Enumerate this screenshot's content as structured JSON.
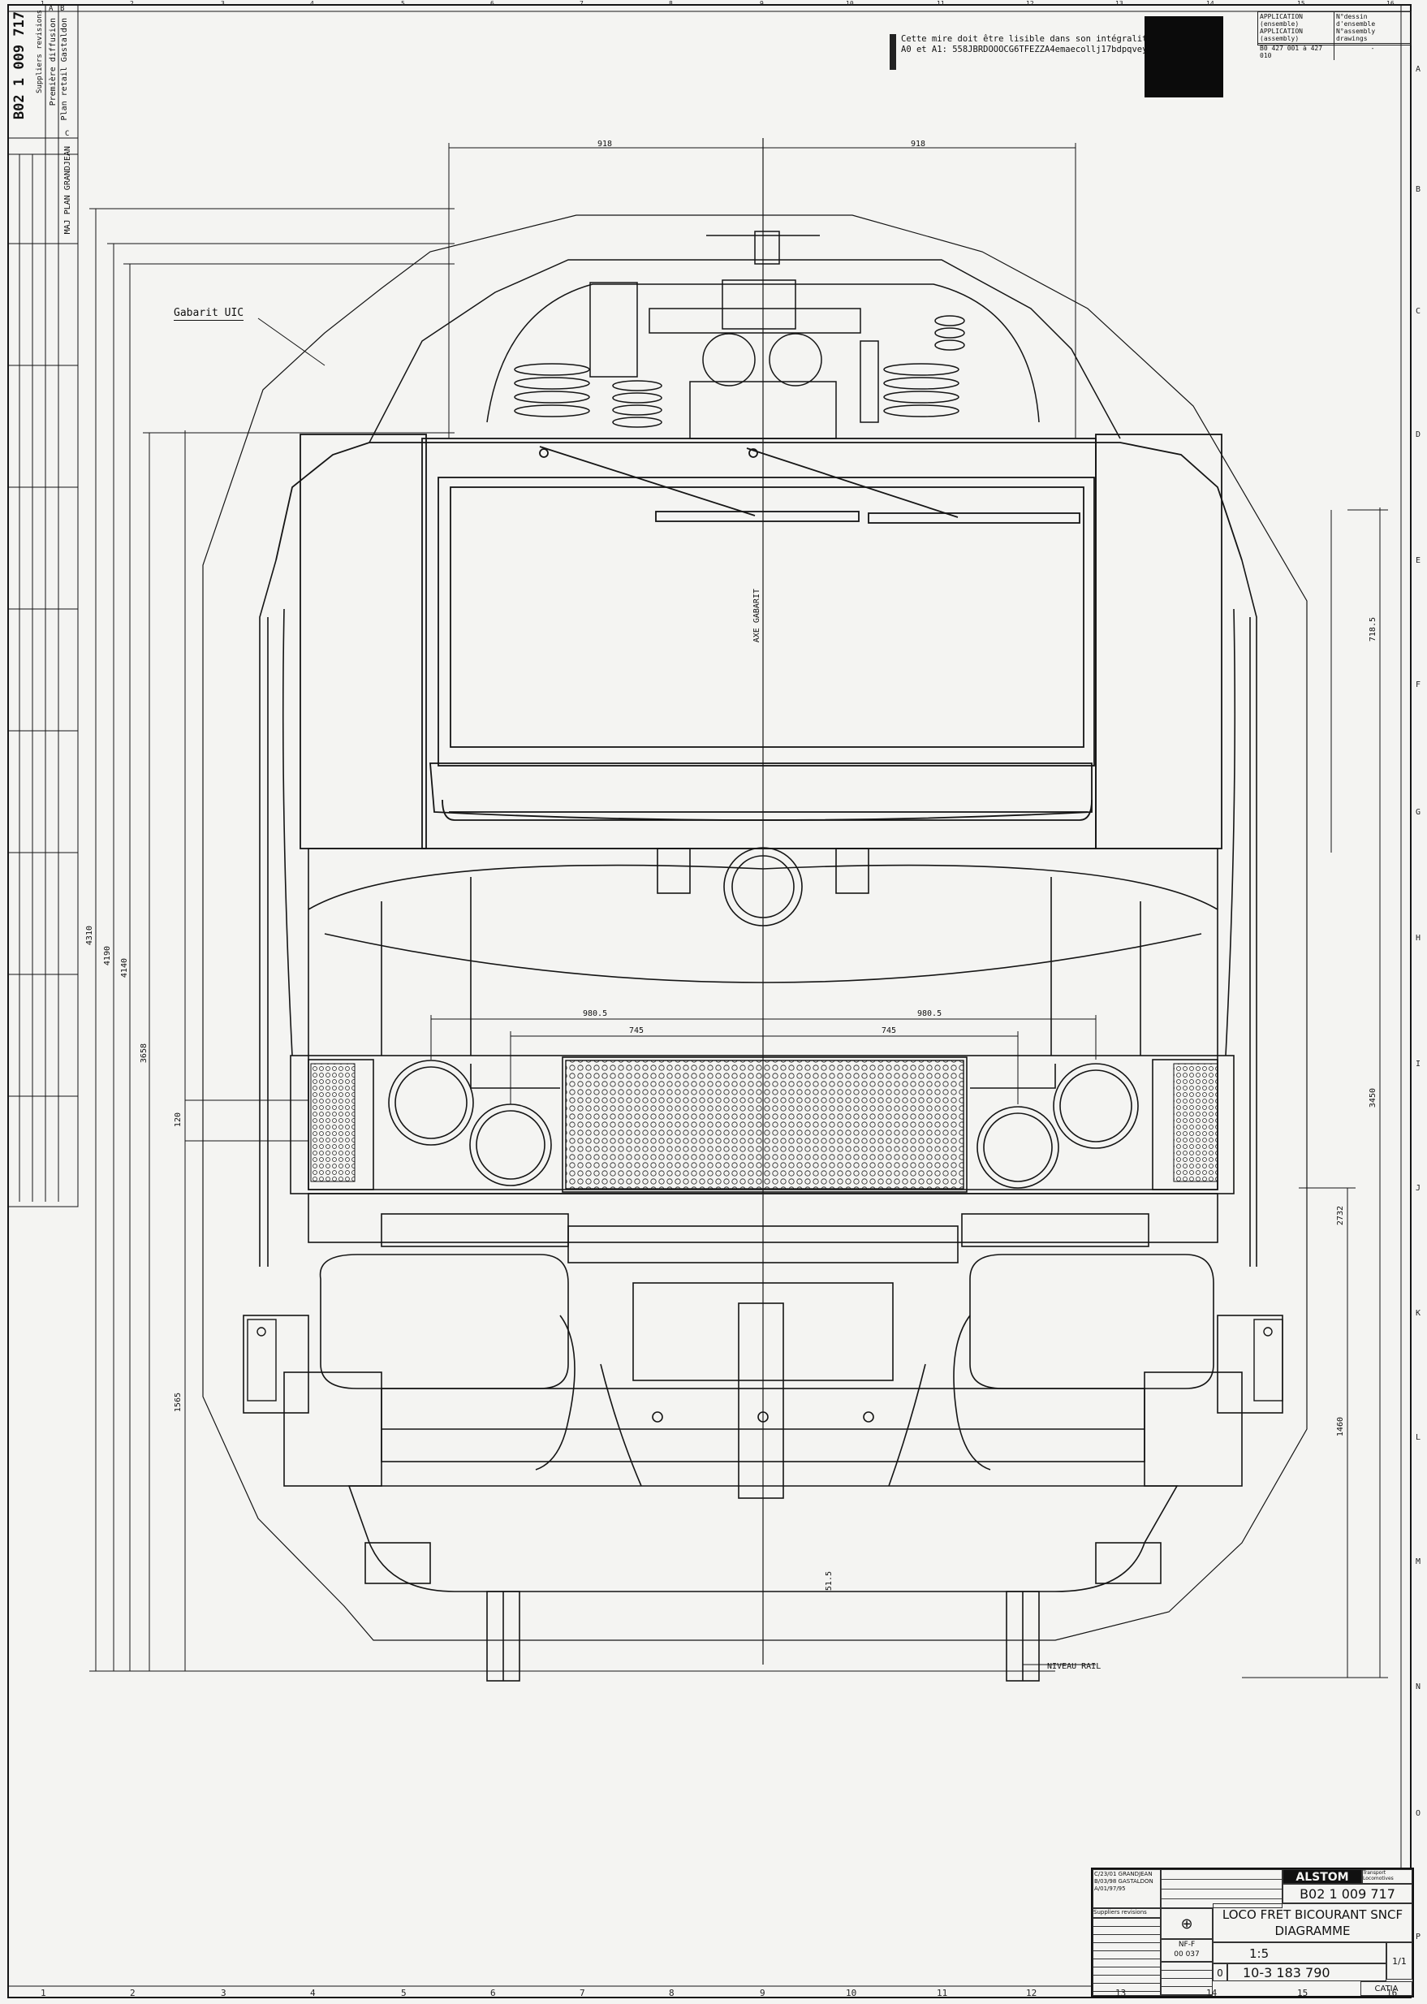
{
  "top_right": {
    "target_text_line1": "Cette mire doit être lisible dans son intégralité",
    "target_text_line2": "A0 et A1:  558JBRDOOOCG6TFEZZA4emaecollj17bdpqvey",
    "application_header": "APPLICATION (ensemble)",
    "application_header_en": "APPLICATION (assembly)",
    "drawing_header": "N°dessin d'ensemble",
    "drawing_header_en": "N°assembly drawings",
    "application_value": "B0 427 001 à  427 010",
    "drawing_value": "-"
  },
  "left_strip": {
    "drawing_number": "B02 1 009 717",
    "revisions_header": "Suppliers revisions",
    "revision_1_index": "A",
    "revision_1_text": "Première diffusion",
    "revision_2_index": "B",
    "revision_2_text": "Plan retail Gastaldon",
    "revision_3_index": "C",
    "revision_3_text": "MAJ PLAN GRANDJEAN"
  },
  "labels": {
    "gabarit": "Gabarit UIC",
    "axe": "AXE GABARIT",
    "niveau_rail": "NIVEAU RAIL"
  },
  "dimensions": {
    "top_left_918": "918",
    "top_right_918": "918",
    "lamp_left_980": "980.5",
    "lamp_right_980": "980.5",
    "inner_left_745": "745",
    "inner_right_745": "745",
    "h_4310": "4310",
    "h_4190": "4190",
    "h_4140": "4140",
    "h_3658": "3658",
    "h_120": "120",
    "h_1565": "1565",
    "h_718": "718.5",
    "h_3450": "3450",
    "h_2732": "2732",
    "h_1460": "1460",
    "h_51": "51.5"
  },
  "title_block": {
    "brand": "ALSTOM",
    "drawing_number": "B02 1 009 717",
    "title_line1": "LOCO FRET BICOURANT SNCF",
    "title_line2": "DIAGRAMME",
    "scale": "1:5",
    "sheet_ref": "10-3 183 790",
    "nf": "NF-F",
    "nf_code": "00 037",
    "sheet_fraction": "1/1",
    "cad": "CATIA",
    "row1": "C/23/01 GRANDJEAN",
    "row2": "B/03/98 GASTALDON",
    "row3": "A/01/97/95",
    "supplier_revisions": "Suppliers revisions",
    "company_small": "Transport Locomotives",
    "index_zero": "0"
  },
  "border": {
    "top": [
      "1",
      "2",
      "3",
      "4",
      "5",
      "6",
      "7",
      "8",
      "9",
      "10",
      "11",
      "12",
      "13",
      "14",
      "15",
      "16"
    ],
    "bottom": [
      "1",
      "2",
      "3",
      "4",
      "5",
      "6",
      "7",
      "8",
      "9",
      "10",
      "11",
      "12",
      "13",
      "14",
      "15",
      "16"
    ],
    "right": [
      "A",
      "B",
      "C",
      "D",
      "E",
      "F",
      "G",
      "H",
      "I",
      "J",
      "K",
      "L",
      "M",
      "N",
      "O",
      "P"
    ]
  }
}
